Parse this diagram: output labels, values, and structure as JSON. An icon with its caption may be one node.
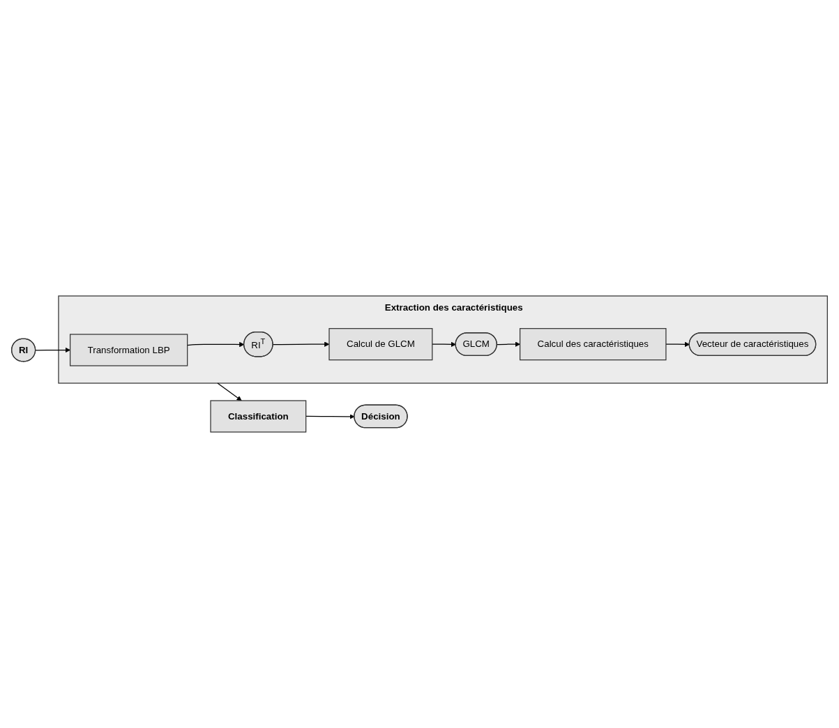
{
  "diagram": {
    "nodes": [
      {
        "text": [
          "RI"
        ]
      },
      {
        "text": [
          "Extraction des caractéristiques"
        ]
      },
      {
        "text": [
          "Transformation LBP"
        ],
        "in": 1
      },
      {
        "text": [
          "RI$^{T}$"
        ],
        "in": 1
      },
      {
        "text": [
          "Calcul de GLCM"
        ],
        "in": 1
      },
      {
        "text": [
          "GLCM"
        ],
        "in": 1
      },
      {
        "text": [
          "Calcul des caractéristiques"
        ],
        "in": 1
      },
      {
        "text": [
          "Vecteur de caractéristiques"
        ],
        "in": 1
      },
      {
        "text": [
          "Classification"
        ]
      },
      {
        "text": [
          "Décision"
        ]
      }
    ],
    "edges": [
      {
        "from": 0,
        "to": 2,
        "arrow": "to"
      },
      {
        "from": 2,
        "to": 3,
        "arrow": "to"
      },
      {
        "from": 3,
        "to": 4,
        "arrow": "to"
      },
      {
        "from": 4,
        "to": 5,
        "arrow": "to"
      },
      {
        "from": 5,
        "to": 6,
        "arrow": "to"
      },
      {
        "from": 6,
        "to": 7,
        "arrow": "to"
      },
      {
        "from": 1,
        "to": 8,
        "arrow": "to"
      },
      {
        "from": 8,
        "to": 9,
        "arrow": "to"
      }
    ]
  }
}
